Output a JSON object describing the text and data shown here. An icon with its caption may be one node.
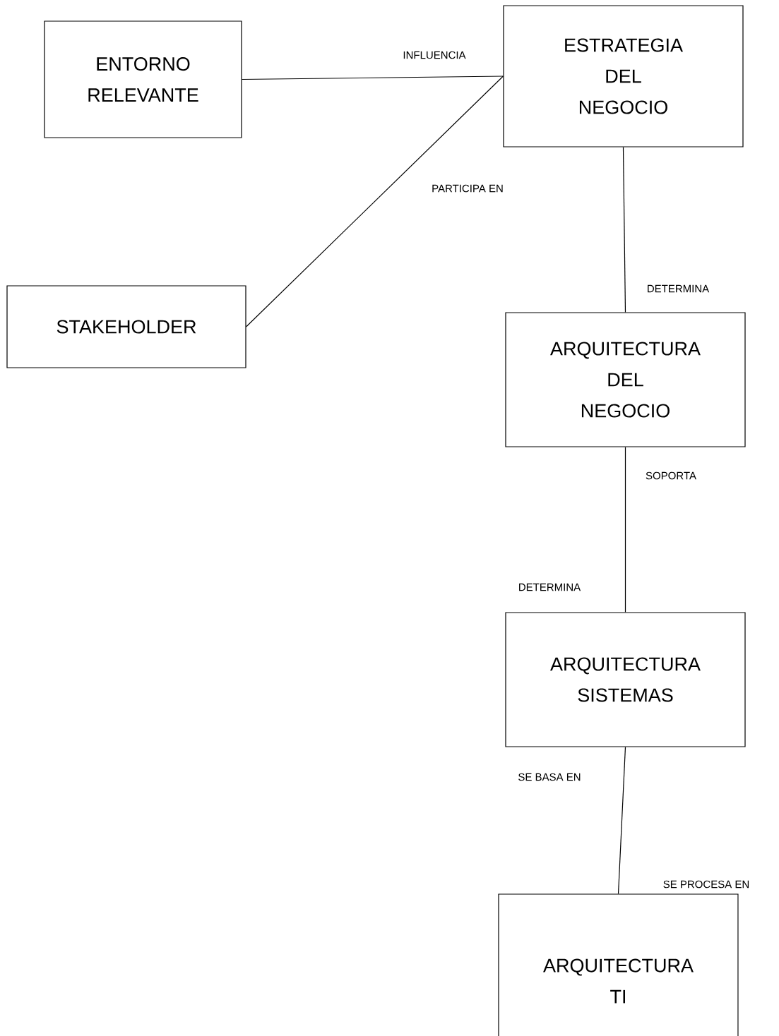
{
  "diagram": {
    "nodes": [
      {
        "text": [
          "ENTORNO RELEVANTE"
        ]
      },
      {
        "text": [
          "ESTRATEGIA DEL NEGOCIO"
        ]
      },
      {
        "text": [
          "STAKEHOLDER"
        ]
      },
      {
        "text": [
          "ARQUITECTURA DEL NEGOCIO"
        ]
      },
      {
        "text": [
          "ARQUITECTURA SISTEMAS"
        ]
      },
      {
        "text": [
          "ARQUITECTURA TI"
        ]
      }
    ],
    "edges": [
      {
        "from": 0,
        "to": 1,
        "arrow": "none",
        "label": "INFLUENCIA"
      },
      {
        "from": 2,
        "to": 1,
        "arrow": "none",
        "label": "PARTICIPA EN"
      },
      {
        "from": 1,
        "to": 3,
        "arrow": "none",
        "label": "DETERMINA"
      },
      {
        "from": 3,
        "to": 4,
        "arrow": "none",
        "label": "SOPORTA"
      },
      {
        "from": 4,
        "to": 5,
        "arrow": "none",
        "label": "SE BASA EN"
      }
    ],
    "labels": [
      "DETERMINA",
      "SE PROCESA EN"
    ]
  }
}
